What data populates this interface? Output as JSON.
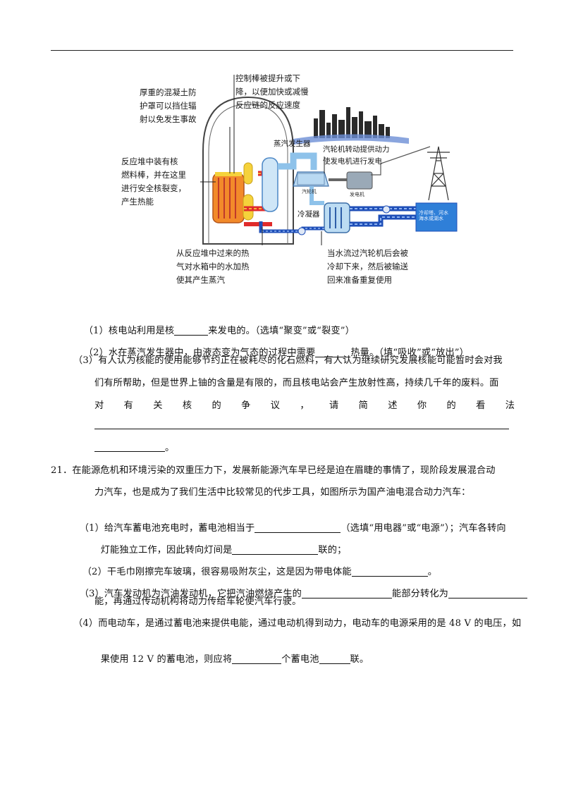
{
  "diagram": {
    "labels": {
      "shield": "厚重的混凝土防\n护罩可以挡住辐\n射以免发生事故",
      "control_rods": "控制棒被提升或下\n降，以便加快或减慢\n反应链的反应速度",
      "reactor_core": "反应堆中装有核\n燃料棒，并在这里\n进行安全核裂变，\n产生热能",
      "steam_generator": "蒸汽发生器",
      "turbine": "汽轮机转动提供动力\n使发电机进行发电",
      "turbine_small": "汽轮机",
      "generator_small": "发电机",
      "condenser": "冷凝器",
      "heat_water": "从反应堆中过来的热\n气对水箱中的水加热\n使其产生蒸汽",
      "cooled_water": "当水流过汽轮机后会被\n冷却下来，然后被输送\n回来准备重复使用",
      "cooling_source": "冷却塔、河水\n海水或湖水"
    }
  },
  "q20": {
    "p1_prefix": "（1）核电站利用是核",
    "p1_suffix": "来发电的。（选填“聚变”或“裂变”）",
    "p2_prefix": "（2）水在蒸汽发生器中，由液态变为气态的过程中需要",
    "p2_suffix": "热量。（填“吸收”或“放出”）",
    "p3_line1": "（3）有人认为核能的使用能够节约正在被耗尽的化石燃料，有人认为继续研究发展核能可能暂时会对我",
    "p3_line2": "们有所帮助，但是世界上铀的含量是有限的，而且核电站会产生放射性高，持续几千年的废料。面",
    "p3_line3_chars": [
      "对",
      "有",
      "关",
      "核",
      "的",
      "争",
      "议",
      "，",
      "请",
      "简",
      "述",
      "你",
      "的",
      "看",
      "法"
    ],
    "p3_end": "。"
  },
  "q21": {
    "intro1": "21．在能源危机和环境污染的双重压力下，发展新能源汽车早已经是迫在眉睫的事情了，现阶段发展混合动",
    "intro2": "力汽车，也是成为了我们生活中比较常见的代步工具，如图所示为国产油电混合动力汽车：",
    "p1_a": "（1）给汽车蓄电池充电时，蓄电池相当于",
    "p1_b": "（选填“用电器”或“电源”）；汽车各转向",
    "p1_c": "灯能独立工作，因此转向灯间是",
    "p1_d": "联的；",
    "p2_a": "（2）干毛巾刚擦完车玻璃，很容易吸附灰尘，这是因为带电体能",
    "p2_b": "。",
    "p3_a": "（3）汽车发动机为汽油发动机，它把汽油燃烧产生的",
    "p3_b": "能部分转化为",
    "p3_c": "能，再通过传动机构将动力传给车轮使汽车行驶。",
    "p4_a": "（4）而电动车，是通过蓄电池来提供电能，通过电动机得到动力，电动车的电源采用的是 48 V 的电压，如",
    "p4_b": "果使用 12 V 的蓄电池，则应将",
    "p4_c": "个蓄电池",
    "p4_d": "联。"
  }
}
